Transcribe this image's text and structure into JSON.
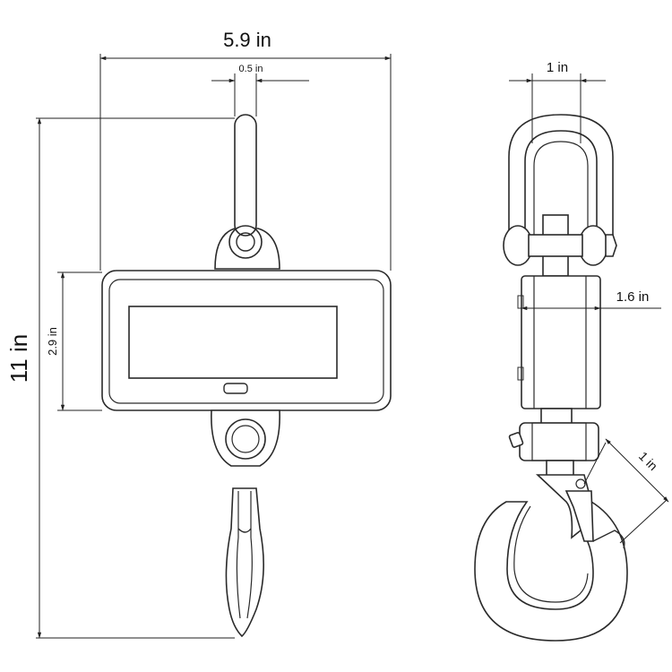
{
  "dimensions": {
    "overall_width": "5.9 in",
    "hook_width": "0.5 in",
    "overall_height": "11 in",
    "display_height": "2.9 in",
    "shackle_width": "1 in",
    "body_depth": "1.6 in",
    "hook_throat": "1 in"
  },
  "colors": {
    "line": "#2a2a2a",
    "background": "#ffffff"
  }
}
